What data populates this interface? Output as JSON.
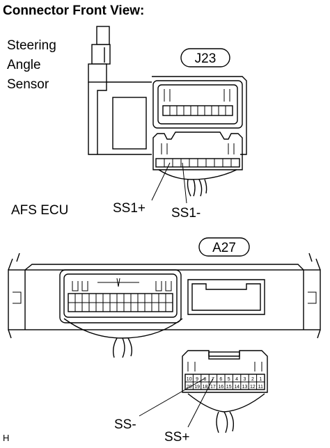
{
  "title": "Connector Front View:",
  "sensor": {
    "name_lines": [
      "Steering",
      "Angle",
      "Sensor"
    ],
    "connector_id": "J23",
    "pin_labels": [
      "SS1+",
      "SS1-"
    ]
  },
  "ecu": {
    "name": "AFS ECU",
    "connector_id": "A27",
    "pin_labels": [
      "SS-",
      "SS+"
    ],
    "pin_numbers_top": [
      "10",
      "9",
      "8",
      "7",
      "6",
      "5",
      "4",
      "3",
      "2",
      "1"
    ],
    "pin_numbers_bottom": [
      "20",
      "19",
      "18",
      "17",
      "16",
      "15",
      "14",
      "13",
      "12",
      "11"
    ]
  },
  "corner_code": "H"
}
